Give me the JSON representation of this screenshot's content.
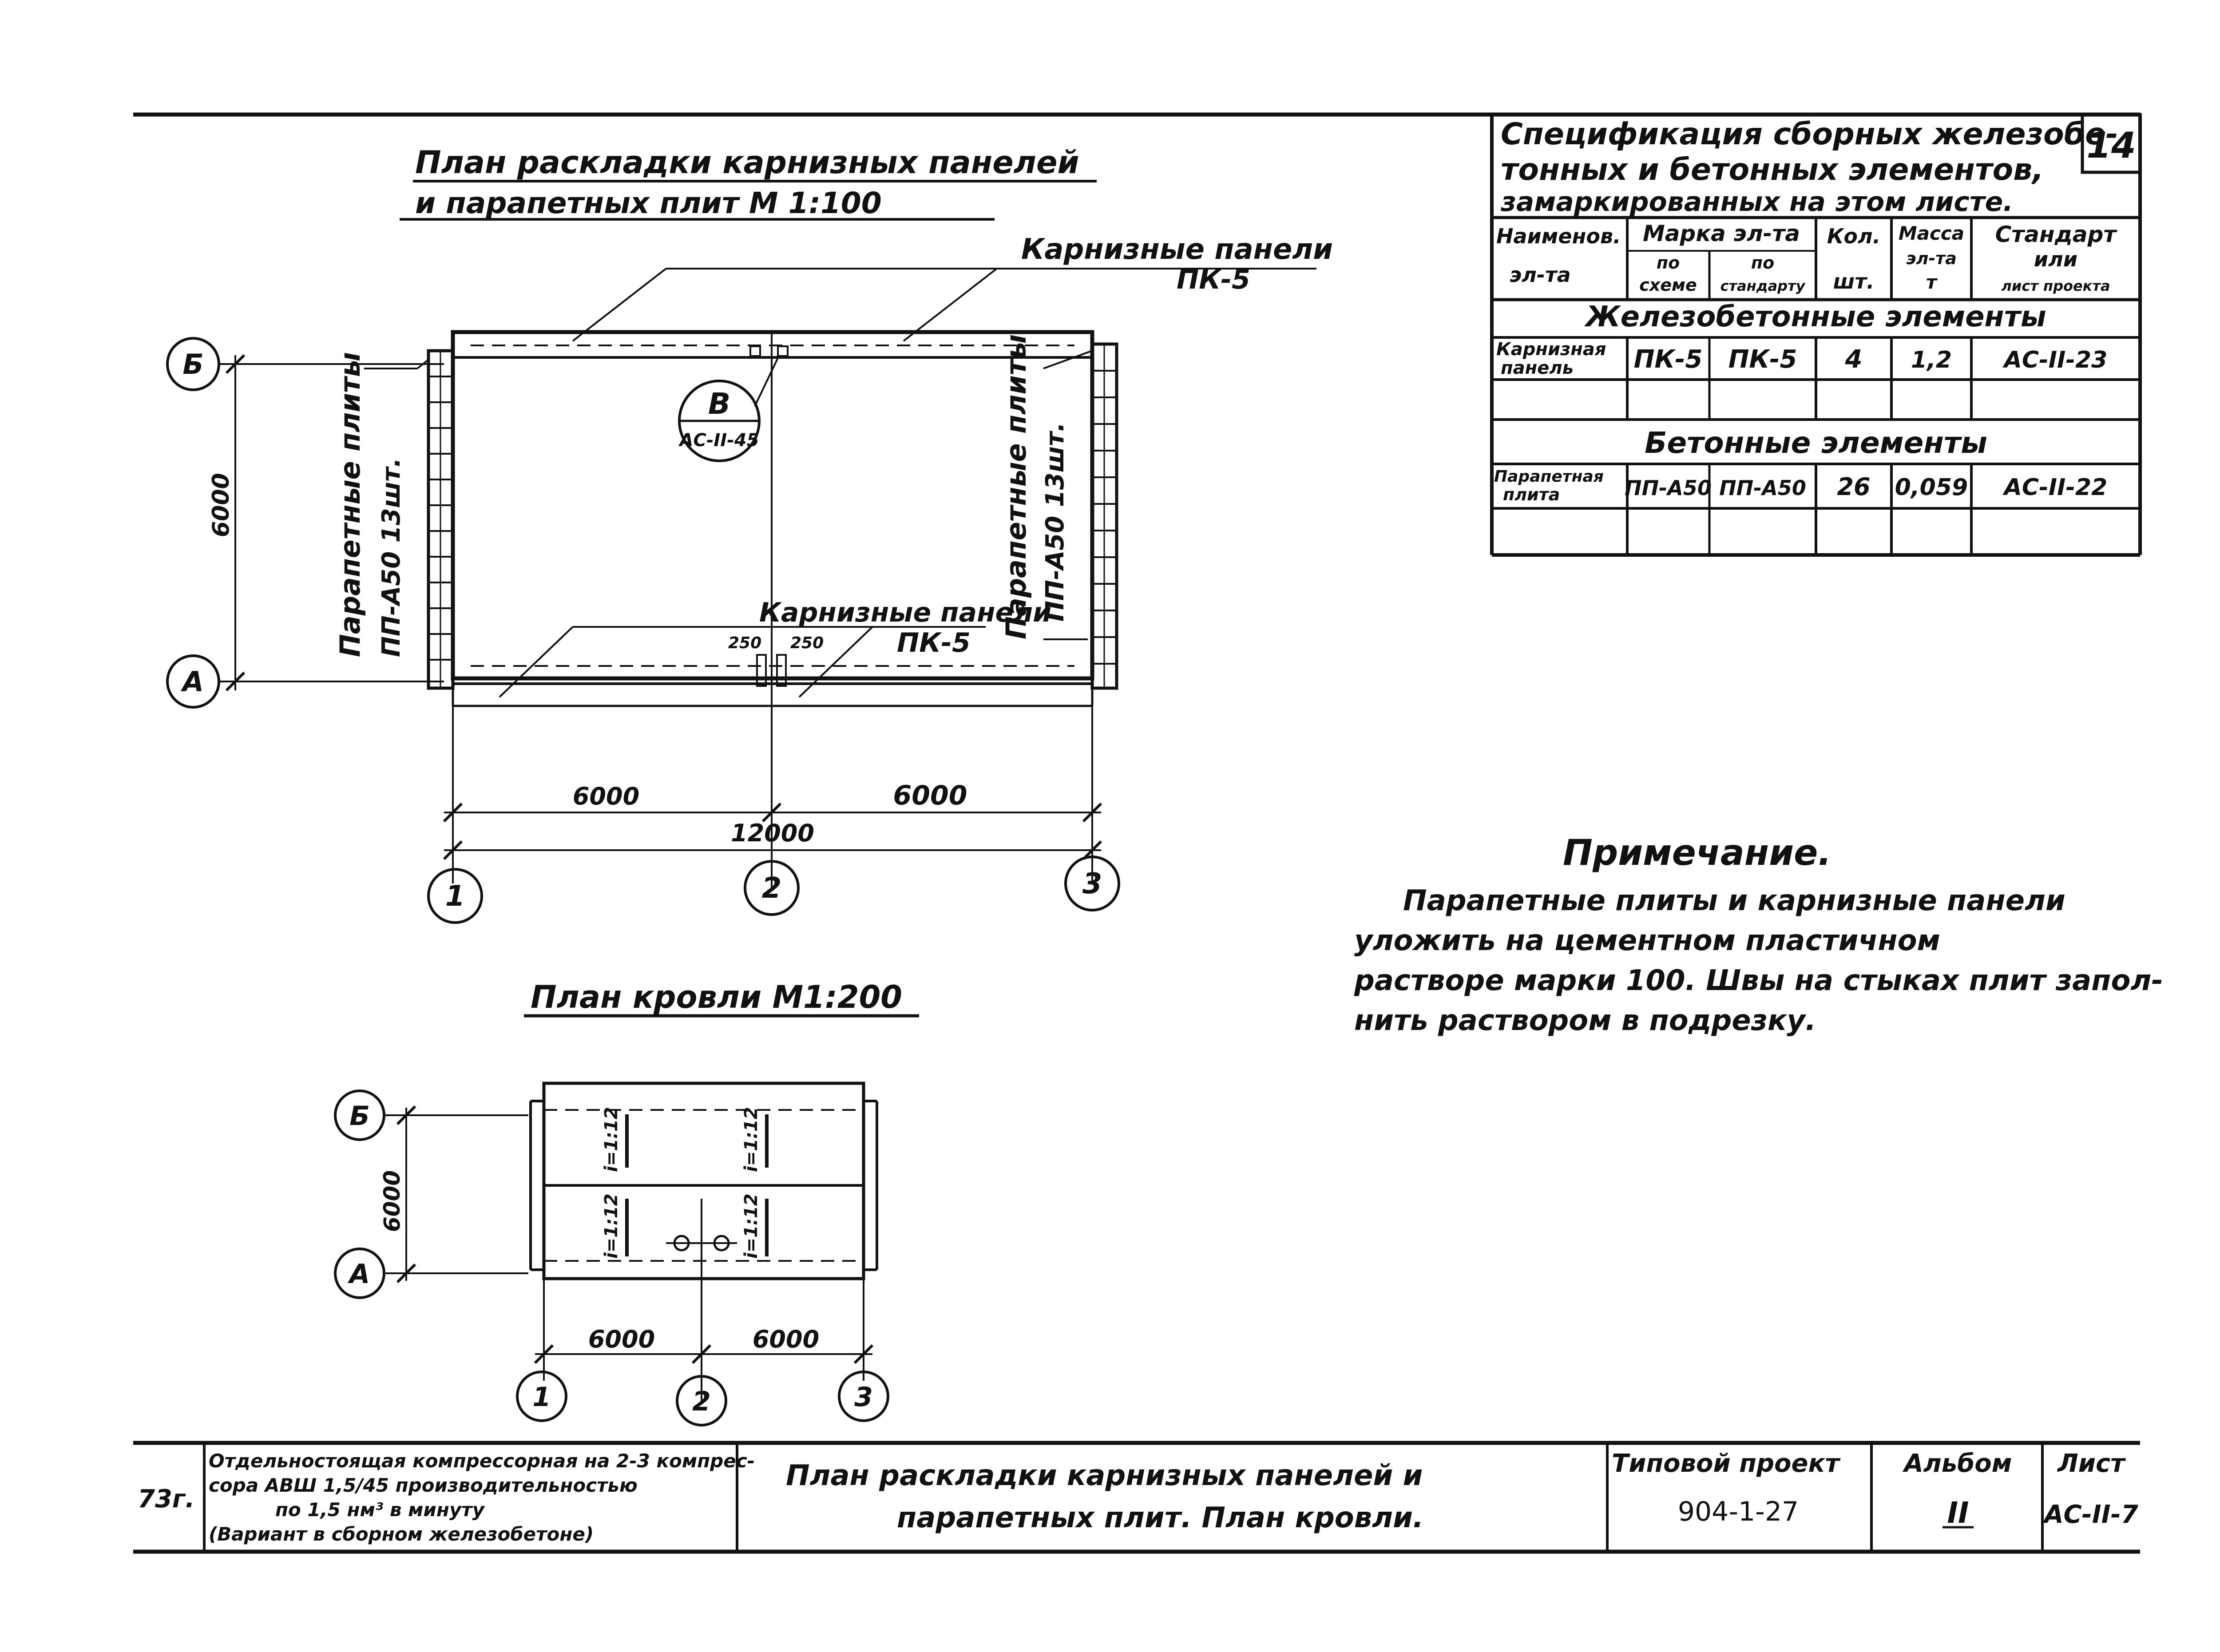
{
  "page_number": "14",
  "plan1": {
    "title_line1": "План раскладки карнизных панелей",
    "title_line2": "и парапетных плит М 1:100",
    "label_top": "Карнизные панели",
    "label_top_mark": "ПК-5",
    "label_bottom": "Карнизные панели",
    "label_bottom_mark": "ПК-5",
    "left_label": "Парапетные плиты",
    "left_mark": "ПП-А50 13шт.",
    "right_label": "Парапетные плиты",
    "right_mark": "ПП-А50 13шт.",
    "callout_letter": "В",
    "callout_ref": "АС-II-45",
    "dim_250_a": "250",
    "dim_250_b": "250",
    "dim_vertical": "6000",
    "dim_left": "6000",
    "dim_right": "6000",
    "dim_total": "12000",
    "axis_b": "Б",
    "axis_a": "А",
    "axis_1": "1",
    "axis_2": "2",
    "axis_3": "3"
  },
  "plan2": {
    "title": "План кровли М1:200",
    "slope": "i=1:12",
    "dim_vertical": "6000",
    "dim_left": "6000",
    "dim_right": "6000",
    "axis_b": "Б",
    "axis_a": "А",
    "axis_1": "1",
    "axis_2": "2",
    "axis_3": "3"
  },
  "spec": {
    "title_line1": "Спецификация сборных железобе-",
    "title_line2": "тонных и бетонных элементов,",
    "title_line3": "замаркированных на этом листе.",
    "h_name_1": "Наименов.",
    "h_name_2": "эл-та",
    "h_mark": "Марка эл-та",
    "h_mark_scheme_1": "по",
    "h_mark_scheme_2": "схеме",
    "h_mark_std_1": "по",
    "h_mark_std_2": "стандарту",
    "h_qty_1": "Кол.",
    "h_qty_2": "шт.",
    "h_mass_1": "Масса",
    "h_mass_2": "эл-та",
    "h_mass_3": "т",
    "h_std_1": "Стандарт",
    "h_std_2": "или",
    "h_std_3": "лист проекта",
    "section1": "Железобетонные элементы",
    "row1": {
      "name_1": "Карнизная",
      "name_2": "панель",
      "mark_scheme": "ПК-5",
      "mark_std": "ПК-5",
      "qty": "4",
      "mass": "1,2",
      "std": "АС-II-23"
    },
    "section2": "Бетонные элементы",
    "row2": {
      "name_1": "Парапетная",
      "name_2": "плита",
      "mark_scheme": "ПП-А50",
      "mark_std": "ПП-А50",
      "qty": "26",
      "mass": "0,059",
      "std": "АС-II-22"
    }
  },
  "note": {
    "title": "Примечание.",
    "line1": "Парапетные плиты и карнизные панели",
    "line2": "уложить на цементном пластичном",
    "line3": "растворе марки 100. Швы на стыках плит запол-",
    "line4": "нить раствором в подрезку."
  },
  "stamp": {
    "year": "73г.",
    "desc_1": "Отдельностоящая компрессорная на 2-3 компрес-",
    "desc_2": "сора АВШ 1,5/45 производительностью",
    "desc_3": "по 1,5 нм³ в минуту",
    "desc_4": "(Вариант в сборном железобетоне)",
    "title_1": "План раскладки карнизных панелей и",
    "title_2": "парапетных плит. План кровли.",
    "project_label": "Типовой проект",
    "project_value": "904-1-27",
    "album_label": "Альбом",
    "album_value": "II",
    "sheet_label": "Лист",
    "sheet_value": "АС-II-7"
  }
}
